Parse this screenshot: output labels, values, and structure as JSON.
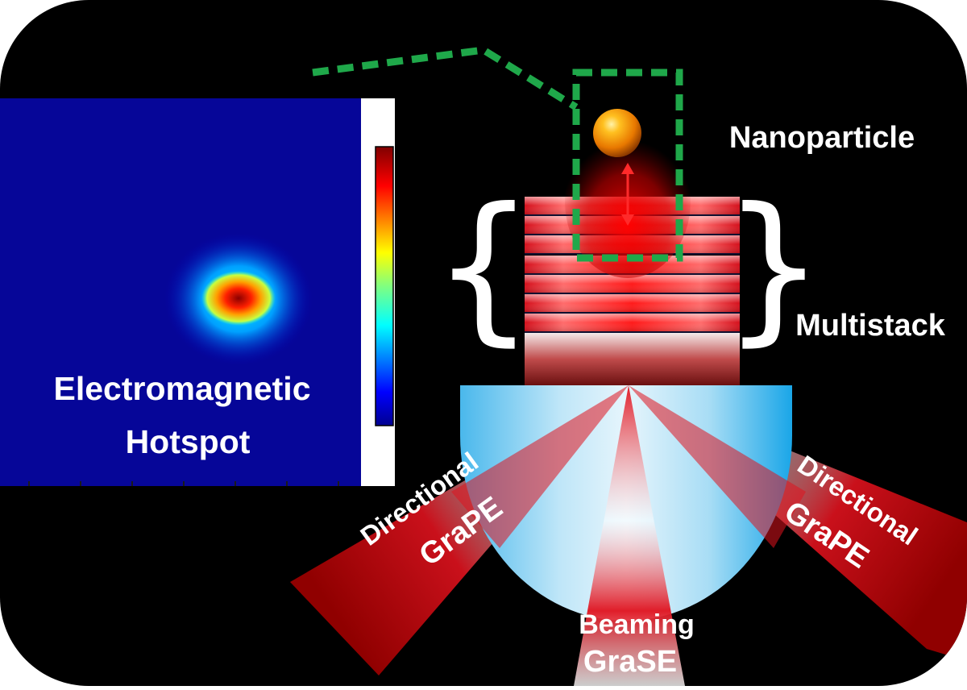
{
  "labels": {
    "nanoparticle": "Nanoparticle",
    "multistack": "Multistack",
    "hotspot_line1": "Electromagnetic",
    "hotspot_line2": "Hotspot",
    "left_beam_line1": "Directional",
    "left_beam_line2": "GraPE",
    "right_beam_line1": "Directional",
    "right_beam_line2": "GraPE",
    "center_beam_line1": "Beaming",
    "center_beam_line2": "GraSE"
  },
  "colors": {
    "background": "#000000",
    "hotspot_map_background": "#00008f",
    "zoom_box": "#1fa84a",
    "beam": "#e0121e",
    "prism": "#5fc6f0",
    "nanoparticle": "#f5a000",
    "gap_arrow": "#ff2a2a"
  },
  "colorbar": {
    "colormap": "jet"
  }
}
